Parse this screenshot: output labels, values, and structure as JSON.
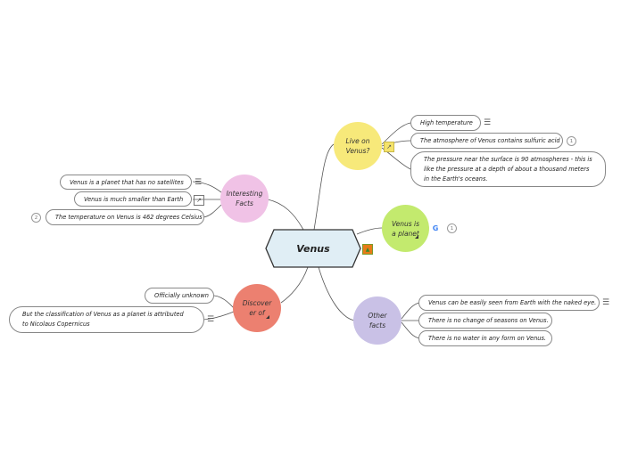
{
  "central": {
    "label": "Venus"
  },
  "topics": {
    "live": "Live on Venus?",
    "facts": "Interesting Facts",
    "planet": "Venus is a planet",
    "discover": "Discover er of",
    "other": "Other facts"
  },
  "live_items": [
    "High temperature",
    "The atmosphere of Venus contains sulfuric acid",
    "The pressure near the surface is 90 atmospheres - this is like the pressure at a depth of about a thousand meters in the Earth's oceans."
  ],
  "facts_items": [
    "Venus is a planet that has no satellites",
    "Venus is much smaller than Earth",
    "The temperature on Venus is 462 degrees Celsius"
  ],
  "discover_items": [
    "Officially unknown",
    "But the classification of Venus as a planet is attributed to Nicolaus Copernicus"
  ],
  "other_items": [
    "Venus can be easily seen from Earth with the naked eye.",
    "There is no change of seasons on Venus.",
    "There is no water in any form on Venus."
  ],
  "badges": {
    "acid": "1",
    "temp": "2",
    "planet": "1"
  },
  "colors": {
    "live": "#f7e97a",
    "facts": "#f0c2e6",
    "planet": "#c3ea6e",
    "discover": "#ec8070",
    "other": "#c9c1e6",
    "central": "#e0eef5",
    "line": "#555555",
    "leaf_border": "#888888"
  },
  "icons": {
    "notes": "notes-icon",
    "link": "external-link-icon",
    "google": "google-icon",
    "image": "image-icon",
    "collapse": "collapse-corner-icon"
  }
}
